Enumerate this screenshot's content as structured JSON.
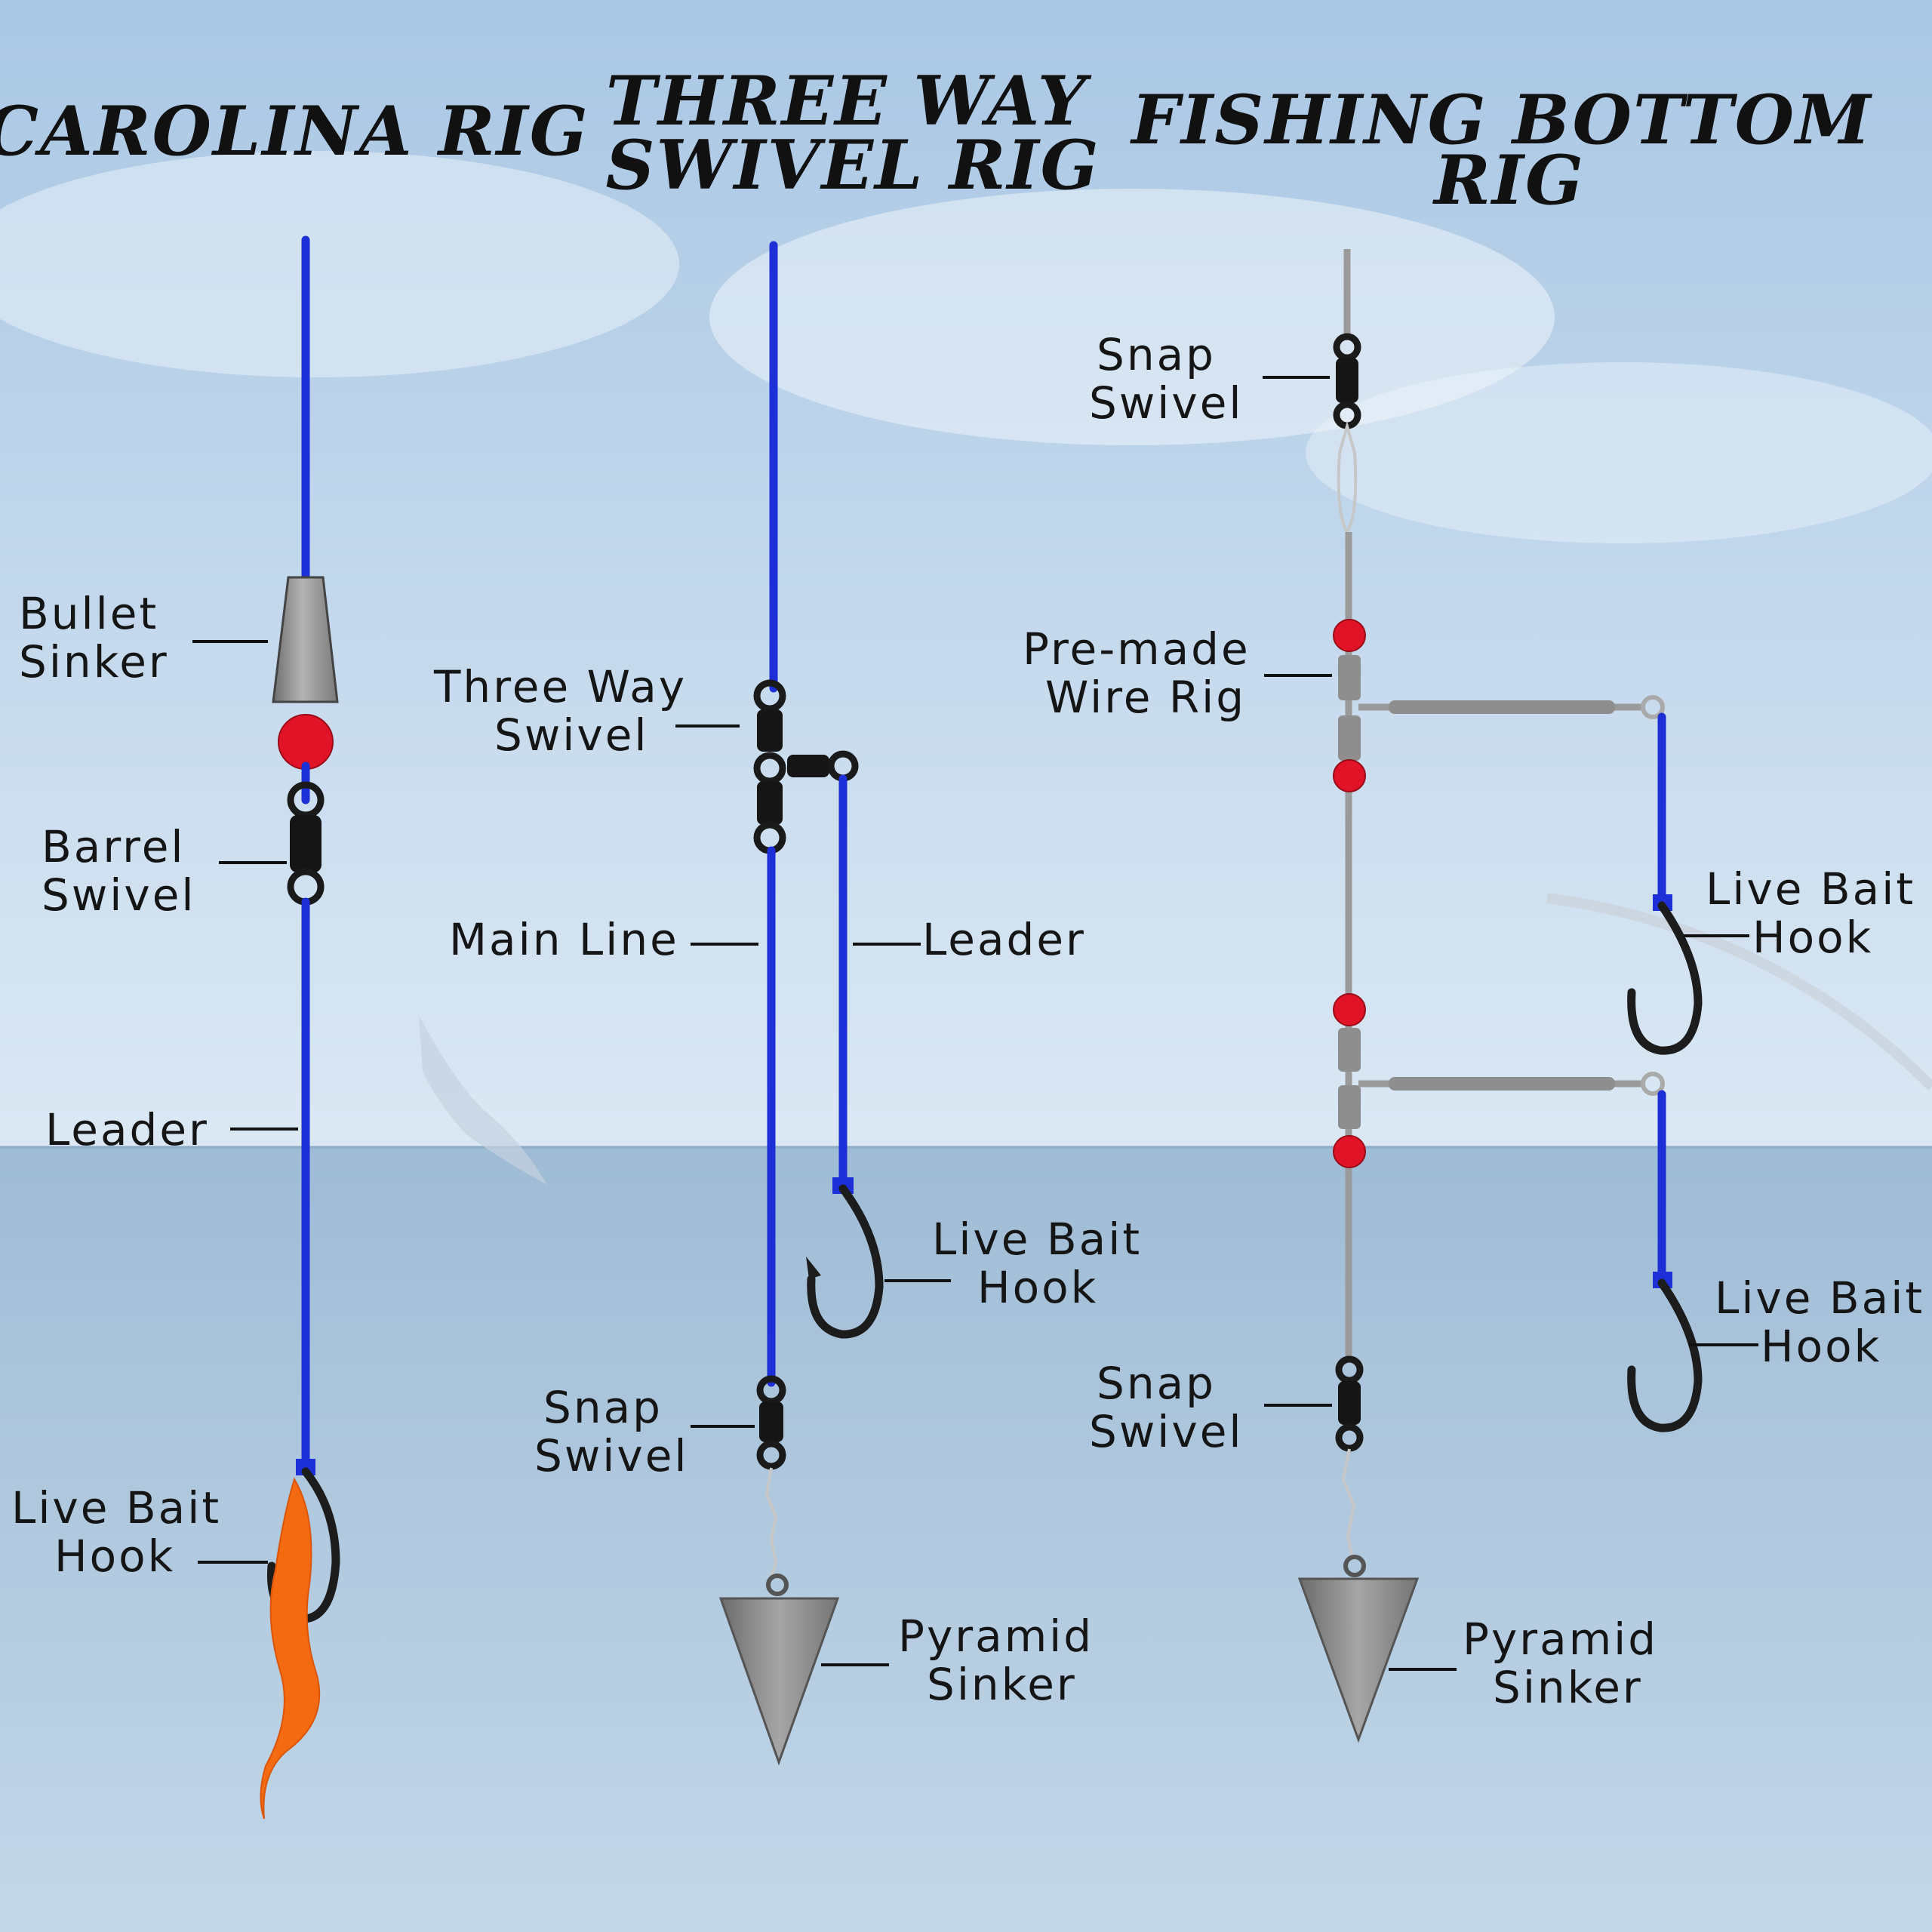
{
  "colors": {
    "sky_top": "#a9c7e4",
    "sky_bottom": "#dbe8f4",
    "sea_top": "#9fbcd6",
    "sea_bottom": "#c3d7e8",
    "main_line": "#1d2fd6",
    "wire": "#9a9a9a",
    "bead": "#e01426",
    "sinker": "#8f8f8f",
    "lure": "#f46a10"
  },
  "rigs": {
    "carolina": {
      "title": "CAROLINA RIG",
      "labels": {
        "bullet_sinker": [
          "Bullet",
          "Sinker"
        ],
        "barrel_swivel": [
          "Barrel",
          "Swivel"
        ],
        "leader": "Leader",
        "live_bait_hook": [
          "Live Bait",
          "Hook"
        ]
      }
    },
    "three_way": {
      "title": [
        "THREE WAY",
        "SWIVEL RIG"
      ],
      "labels": {
        "three_way_swivel": [
          "Three Way",
          "Swivel"
        ],
        "main_line": "Main Line",
        "leader": "Leader",
        "live_bait_hook": [
          "Live Bait",
          "Hook"
        ],
        "snap_swivel": [
          "Snap",
          "Swivel"
        ],
        "pyramid_sinker": [
          "Pyramid",
          "Sinker"
        ]
      }
    },
    "bottom": {
      "title": [
        "FISHING BOTTOM",
        "RIG"
      ],
      "labels": {
        "snap_swivel_top": [
          "Snap",
          "Swivel"
        ],
        "pre_made_wire_rig": [
          "Pre-made",
          "Wire Rig"
        ],
        "live_bait_hook_upper": [
          "Live Bait",
          "Hook"
        ],
        "live_bait_hook_lower": [
          "Live Bait",
          "Hook"
        ],
        "snap_swivel_bottom": [
          "Snap",
          "Swivel"
        ],
        "pyramid_sinker": [
          "Pyramid",
          "Sinker"
        ]
      }
    }
  }
}
